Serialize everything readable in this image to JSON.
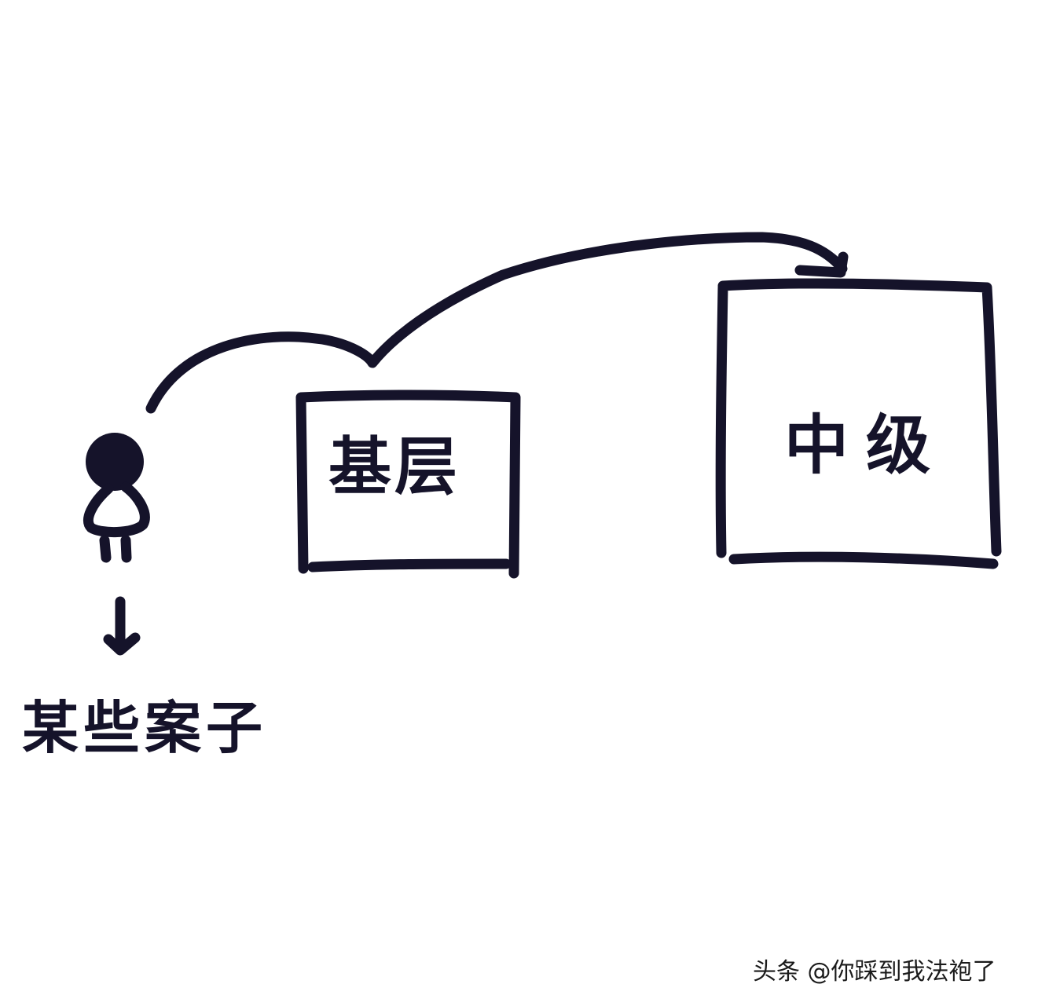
{
  "boxes": {
    "left_label": "基层",
    "right_label": "中级"
  },
  "person_caption": "某些案子",
  "watermark": "头条 @你踩到我法袍了",
  "colors": {
    "ink": "#15132a",
    "background": "#ffffff"
  }
}
